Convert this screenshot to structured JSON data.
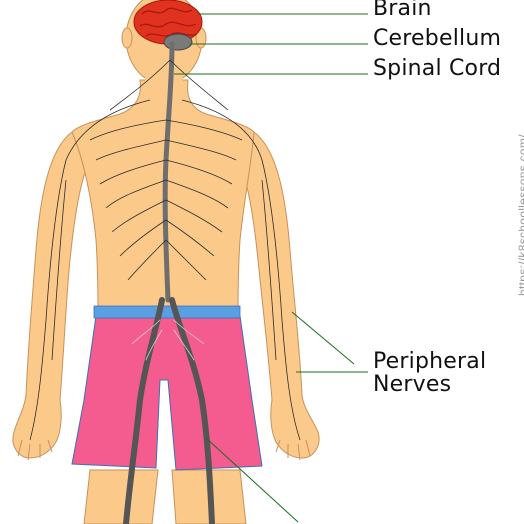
{
  "labels": {
    "brain": "Brain",
    "cerebellum": "Cerebellum",
    "spinal_cord": "Spinal Cord",
    "peripheral_line1": "Peripheral",
    "peripheral_line2": "Nerves"
  },
  "credit": "https://k8schoollessons.com/",
  "colors": {
    "skin": "#FBC98A",
    "skin_outline": "#C9915A",
    "brain": "#E0321E",
    "shorts": "#F45C8F",
    "waistband": "#5B9FE3",
    "spinal_cord": "#6E6E6E",
    "nerve": "#2B2B2B",
    "leader_line": "#1E6B1E"
  }
}
